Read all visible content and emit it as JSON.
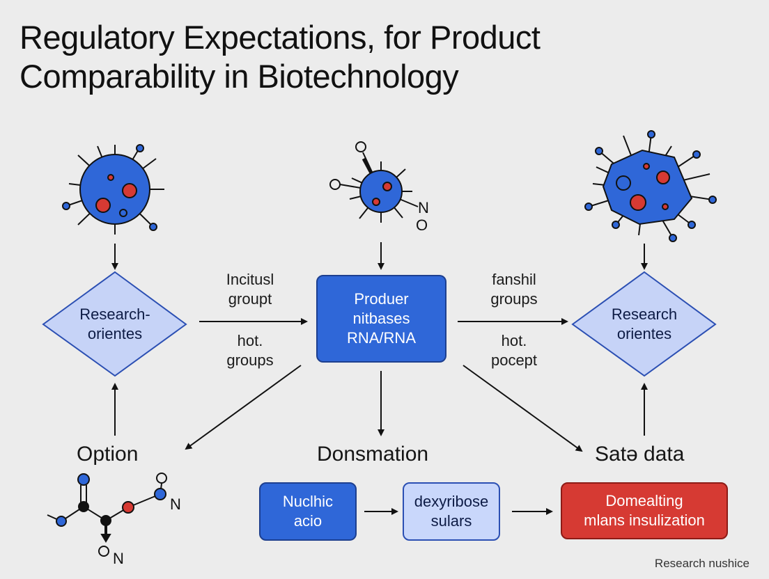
{
  "title": {
    "line1": "Regulatory Expectations, for  Product",
    "line2": "Comparability in Biotechnology"
  },
  "nodes": {
    "left_diamond": [
      "Research-",
      "orientes"
    ],
    "center_box": [
      "Produer",
      "nitbases",
      "RNA/RNA"
    ],
    "right_diamond": [
      "Research",
      "orientes"
    ]
  },
  "edge_labels": {
    "left_top": [
      "Incitusl",
      "groupt"
    ],
    "left_bottom": [
      "hot.",
      "groups"
    ],
    "right_top": [
      "fanshil",
      "groups"
    ],
    "right_bottom": [
      "hot.",
      "pocept"
    ]
  },
  "headings": {
    "option": "Option",
    "donsmation": "Donsmation",
    "safe_data": "Satə data"
  },
  "boxes": {
    "nucleic": [
      "Nuclhic",
      "acio"
    ],
    "deoxyribose": [
      "dexyribose",
      "sulars"
    ],
    "dominating": [
      "Domealting",
      "mlans insulization"
    ]
  },
  "molecule_labels": {
    "center_n": "N",
    "center_o_bottom": "O",
    "option_n_right": "N",
    "option_n_bottom": "N"
  },
  "footer": "Research nushice",
  "colors": {
    "blue": "#2f67d8",
    "red": "#d63a33",
    "light_blue": "#c9d7fb",
    "diamond_fill": "#c6d3f7"
  }
}
